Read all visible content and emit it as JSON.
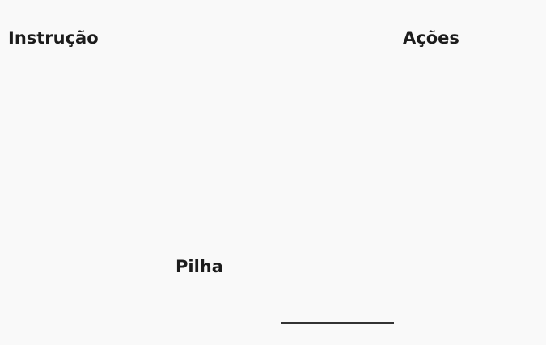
{
  "labels": {
    "instruction": "Instrução",
    "actions": "Ações",
    "stack": "Pilha"
  },
  "colors": {
    "background": "#f9f9f9",
    "text": "#1c1c1c",
    "stack_line": "#333333"
  }
}
